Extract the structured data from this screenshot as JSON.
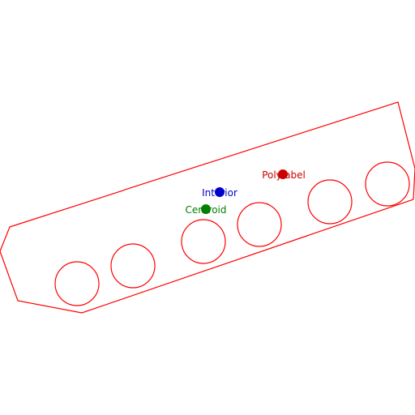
{
  "colors": {
    "polygon": "#ff0000",
    "polylabel": "#cc0000",
    "interior": "#0000cc",
    "centroid": "#008000",
    "background": "#ffffff"
  },
  "labels": {
    "interior": "Interior",
    "centroid": "Centroid",
    "polylabel": "Polylabel"
  }
}
